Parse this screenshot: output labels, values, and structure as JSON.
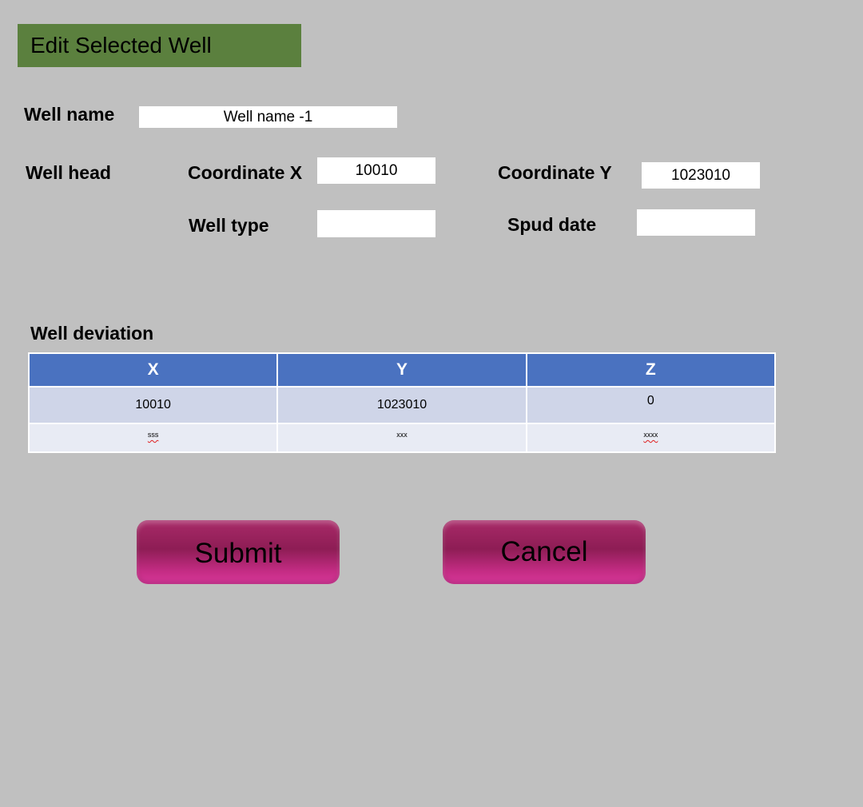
{
  "title": "Edit Selected Well",
  "well_name": {
    "label": "Well name",
    "value": "Well name -1"
  },
  "well_head": {
    "label": "Well head",
    "coord_x": {
      "label": "Coordinate X",
      "value": "10010"
    },
    "coord_y": {
      "label": "Coordinate Y",
      "value": "1023010"
    },
    "well_type": {
      "label": "Well type",
      "value": ""
    },
    "spud_date": {
      "label": "Spud date",
      "value": ""
    }
  },
  "deviation": {
    "label": "Well deviation",
    "headers": [
      "X",
      "Y",
      "Z"
    ],
    "rows": [
      [
        "10010",
        "1023010",
        "0"
      ],
      [
        "sss",
        "xxx",
        "xxxx"
      ]
    ]
  },
  "buttons": {
    "submit": "Submit",
    "cancel": "Cancel"
  },
  "colors": {
    "title_bar": "#5b803e",
    "background": "#c0c0c0",
    "table_header": "#4a72c0",
    "button": "#b0246f"
  }
}
